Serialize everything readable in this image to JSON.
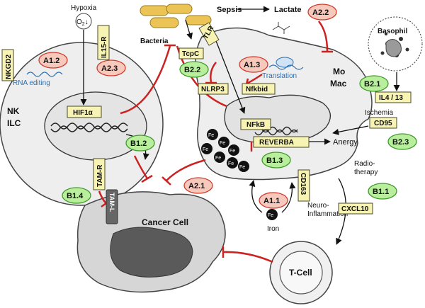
{
  "labels": {
    "hypoxia": "Hypoxia",
    "o2": "O",
    "o2_sub": "2",
    "o2_arrow": "↓",
    "sepsis": "Sepsis",
    "lactate": "Lactate",
    "bacteria": "Bacteria",
    "basophil": "Basophil",
    "translation": "Translation",
    "mo": "Mo",
    "mac": "Mac",
    "ischemia": "Ischemia",
    "nk": "NK",
    "ilc": "ILC",
    "rna_editing": "RNA editing",
    "anergy": "Anergy",
    "radio1": "Radio-",
    "radio2": "therapy",
    "cancer_cell": "Cancer Cell",
    "iron": "Iron",
    "fe": "Fe",
    "neuro1": "Neuro-",
    "neuro2": "Inflammation",
    "t_cell": "T-Cell"
  },
  "boxes": {
    "nkgd2": "NKGD2",
    "il15r": "IL15-R",
    "hif1a": "HIF1α",
    "tlr": "TLR",
    "tcpc": "TcpC",
    "nlrp3": "NLRP3",
    "nfkbid": "Nfkbid",
    "nfkb": "NFkB",
    "reverba": "REVERBA",
    "il4_13": "IL4 / 13",
    "cd95": "CD95",
    "cd163": "CD163",
    "cxcl10": "CXCL10",
    "tamr": "TAM-R",
    "taml": "TAM-L"
  },
  "ovals": {
    "a1_2": "A1.2",
    "a2_3": "A2.3",
    "a1_3": "A1.3",
    "a2_2": "A2.2",
    "b2_2": "B2.2",
    "b2_1": "B2.1",
    "b1_2": "B1.2",
    "b1_3": "B1.3",
    "b2_3": "B2.3",
    "a2_1": "A2.1",
    "b1_4": "B1.4",
    "a1_1": "A1.1",
    "b1_1": "B1.1"
  },
  "colors": {
    "inhibition": "#cc2222",
    "activation": "#111111",
    "box_fill": "#f7f3b3",
    "red_oval": "#f7c9bd",
    "green_oval": "#b8ee9c",
    "cell_fill": "#eeeeee",
    "cancer_fill": "#d6d6d6",
    "nucleus_dark": "#5a5a5a",
    "bacteria_fill": "#ebc455"
  }
}
